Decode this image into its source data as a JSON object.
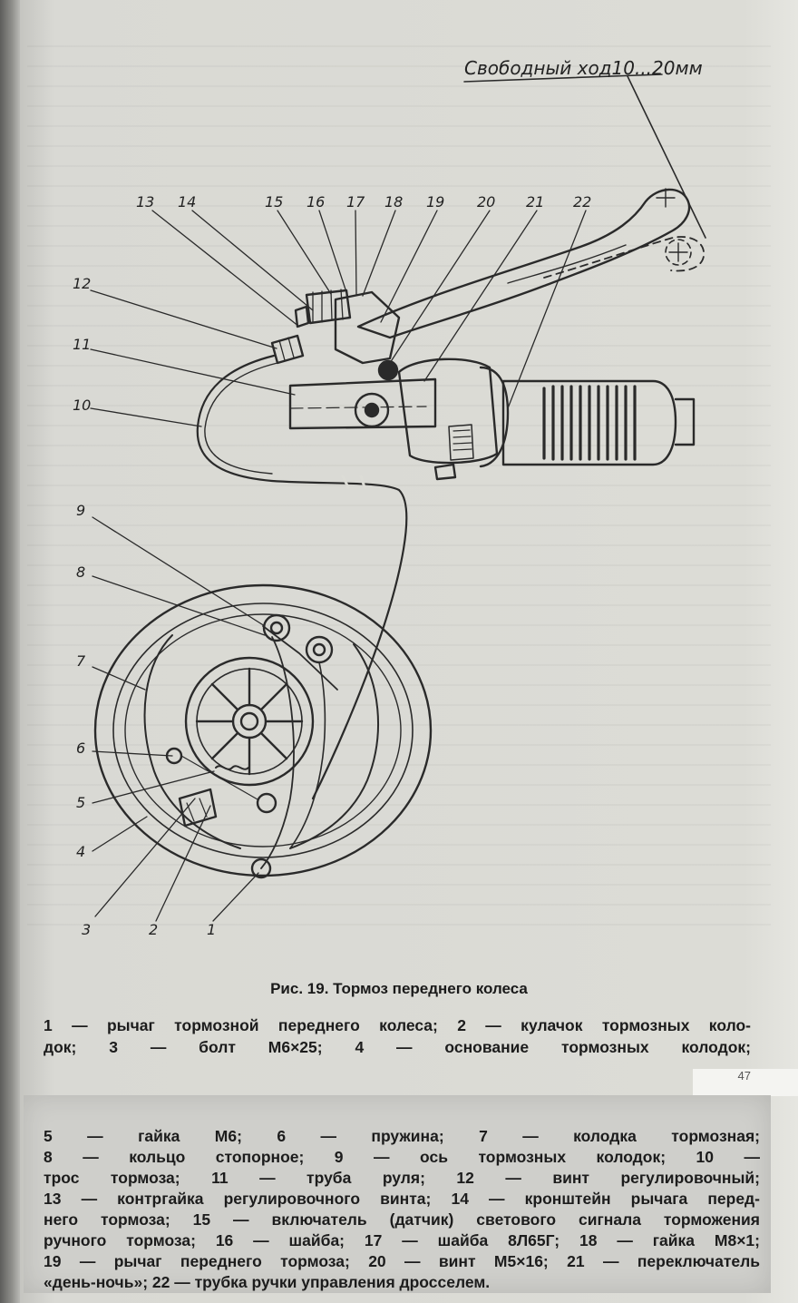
{
  "figure": {
    "annotation": "Свободный ход10...20мм",
    "callouts": [
      "1",
      "2",
      "3",
      "4",
      "5",
      "6",
      "7",
      "8",
      "9",
      "10",
      "11",
      "12",
      "13",
      "14",
      "15",
      "16",
      "17",
      "18",
      "19",
      "20",
      "21",
      "22"
    ]
  },
  "caption": "Рис. 19. Тормоз переднего колеса",
  "legend_top_lines": [
    "1 — рычаг тормозной переднего колеса; 2 — кулачок тормозных коло-",
    "док; 3 — болт М6×25; 4 — основание тормозных колодок;"
  ],
  "page_number": "47",
  "legend_bottom_lines": [
    "5 — гайка М6; 6 — пружина; 7 — колодка тормозная;",
    "8 — кольцо стопорное; 9 — ось тормозных колодок; 10 —",
    "трос тормоза; 11 — труба руля; 12 — винт регулировочный;",
    "13 — контргайка регулировочного винта; 14 — кронштейн рычага перед-",
    "него тормоза; 15 — включатель (датчик) светового сигнала торможения",
    "ручного тормоза; 16 — шайба; 17 — шайба 8Л65Г; 18 — гайка М8×1;",
    "19 — рычаг переднего тормоза; 20 — винт М5×16; 21 — переключатель",
    "«день-ночь»; 22 — трубка ручки управления дросселем."
  ]
}
